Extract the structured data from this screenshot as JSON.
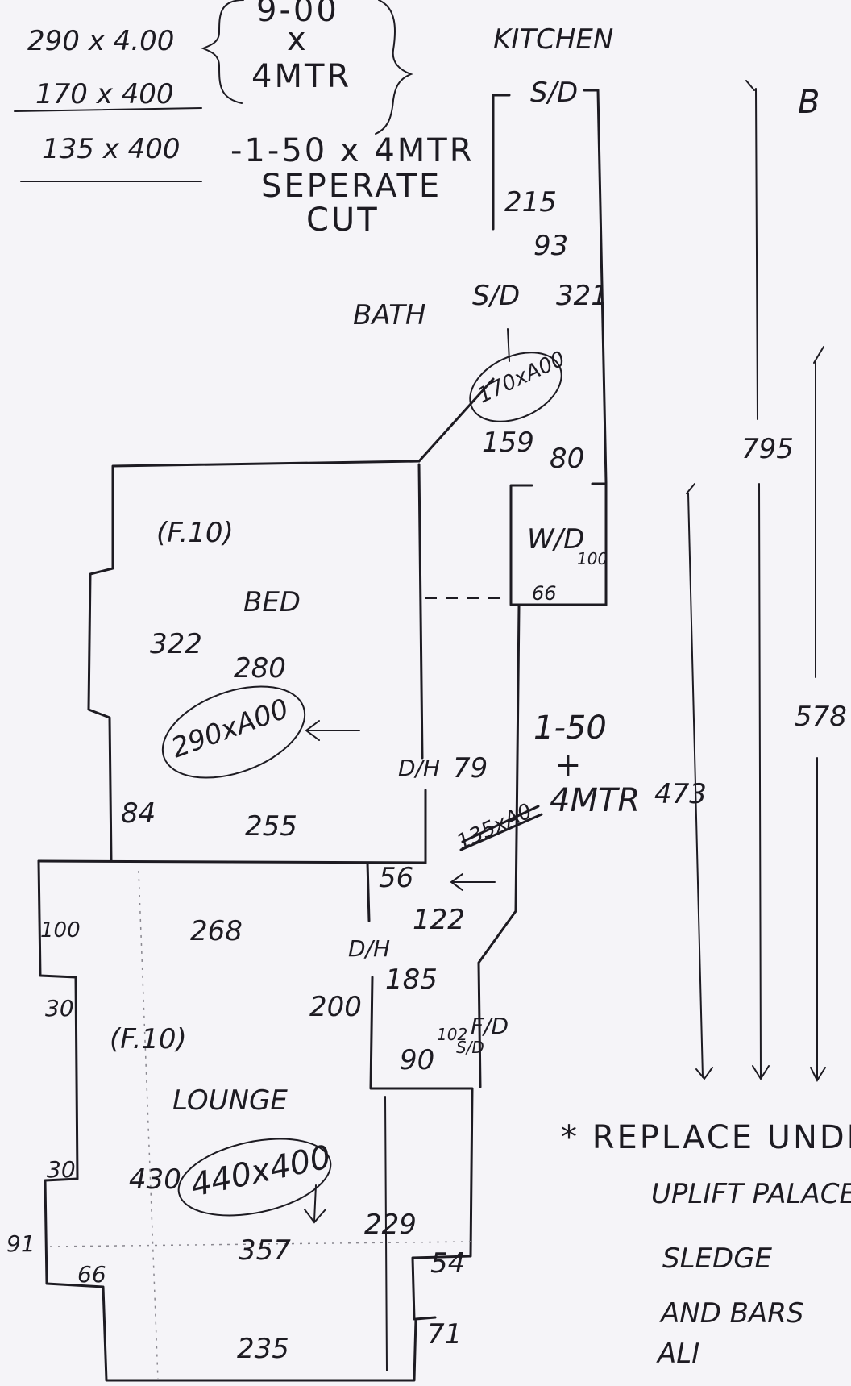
{
  "cuts": {
    "row1": "290 x 4.00",
    "row2": "170 x 400",
    "row3": "135 x 400",
    "brace_top": "9-00",
    "brace_mid": "x",
    "brace_bot": "4MTR",
    "separate_size": "-1-50 x 4MTR",
    "separate_line1": "SEPERATE",
    "separate_line2": "CUT",
    "corner_letter": "B"
  },
  "kitchen": {
    "label": "KITCHEN",
    "sld_top": "S/D",
    "dim_215": "215",
    "dim_93": "93",
    "dim_321": "321",
    "sld_mid": "S/D",
    "bath_label": "BATH",
    "size_circle": "170xA00",
    "dim_159": "159",
    "dim_80": "80",
    "wd_label": "W/D",
    "dim_100": "100",
    "dim_66": "66"
  },
  "bedroom": {
    "flat_label": "(F.10)",
    "label": "BED",
    "dim_322": "322",
    "dim_280": "280",
    "size_circle": "290xA00",
    "dim_84": "84",
    "dim_255": "255",
    "door_label": "D/H",
    "dim_79": "79"
  },
  "hall": {
    "size_line1": "1-50",
    "size_line2": "+",
    "size_line3": "4MTR",
    "dim_473": "473",
    "struck": "135xA0",
    "dim_56": "56",
    "dim_122": "122",
    "door_label": "D/H",
    "dim_185": "185",
    "dim_102": "102",
    "fd_label": "F/D",
    "sld_label": "S/D",
    "dim_90": "90"
  },
  "lounge": {
    "dim_100": "100",
    "dim_268": "268",
    "dim_200": "200",
    "dim_30a": "30",
    "flat_label": "(F.10)",
    "label": "LOUNGE",
    "dim_30b": "30",
    "dim_430": "430",
    "size_circle": "440x400",
    "dim_229": "229",
    "dim_91": "91",
    "dim_357": "357",
    "dim_66": "66",
    "dim_54": "54",
    "dim_235": "235",
    "dim_71": "71"
  },
  "overall": {
    "dim_795": "795",
    "dim_578": "578"
  },
  "notes": {
    "line1": "* REPLACE UNDE",
    "line2": "UPLIFT PALACE",
    "line3": "SLEDGE",
    "line4": "AND BARS",
    "line5": "ALI"
  }
}
